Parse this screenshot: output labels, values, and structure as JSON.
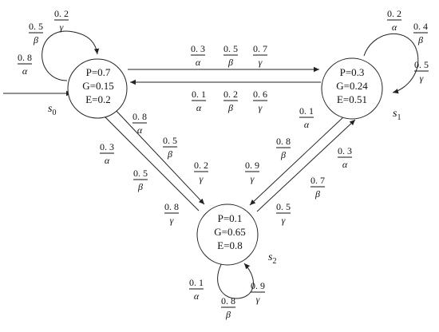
{
  "nodes": {
    "s0": {
      "name": "s",
      "sub": "0",
      "lines": [
        "P=0.7",
        "G=0.15",
        "E=0.2"
      ]
    },
    "s1": {
      "name": "s",
      "sub": "1",
      "lines": [
        "P=0.3",
        "G=0.24",
        "E=0.51"
      ]
    },
    "s2": {
      "name": "s",
      "sub": "2",
      "lines": [
        "P=0.1",
        "G=0.65",
        "E=0.8"
      ]
    }
  },
  "labels": {
    "s0_self": [
      {
        "num": "0. 2",
        "den": "γ"
      },
      {
        "num": "0. 5",
        "den": "β"
      },
      {
        "num": "0. 8",
        "den": "α"
      }
    ],
    "s1_self": [
      {
        "num": "0. 2",
        "den": "α"
      },
      {
        "num": "0. 4",
        "den": "β"
      },
      {
        "num": "0. 5",
        "den": "γ"
      }
    ],
    "s2_self": [
      {
        "num": "0. 1",
        "den": "α"
      },
      {
        "num": "0. 8",
        "den": "β"
      },
      {
        "num": "0. 9",
        "den": "γ"
      }
    ],
    "s0_to_s1": [
      {
        "num": "0. 3",
        "den": "α"
      },
      {
        "num": "0. 5",
        "den": "β"
      },
      {
        "num": "0. 7",
        "den": "γ"
      }
    ],
    "s1_to_s0": [
      {
        "num": "0. 1",
        "den": "α"
      },
      {
        "num": "0. 2",
        "den": "β"
      },
      {
        "num": "0. 6",
        "den": "γ"
      }
    ],
    "s0_to_s2": [
      {
        "num": "0. 8",
        "den": "α"
      },
      {
        "num": "0. 5",
        "den": "β"
      },
      {
        "num": "0. 2",
        "den": "γ"
      }
    ],
    "s2_to_s0": [
      {
        "num": "0. 3",
        "den": "α"
      },
      {
        "num": "0. 5",
        "den": "β"
      },
      {
        "num": "0. 8",
        "den": "γ"
      }
    ],
    "s1_to_s2": [
      {
        "num": "0. 1",
        "den": "α"
      },
      {
        "num": "0. 8",
        "den": "β"
      },
      {
        "num": "0. 9",
        "den": "γ"
      }
    ],
    "s2_to_s1": [
      {
        "num": "0. 3",
        "den": "α"
      },
      {
        "num": "0. 7",
        "den": "β"
      },
      {
        "num": "0. 5",
        "den": "γ"
      }
    ]
  }
}
